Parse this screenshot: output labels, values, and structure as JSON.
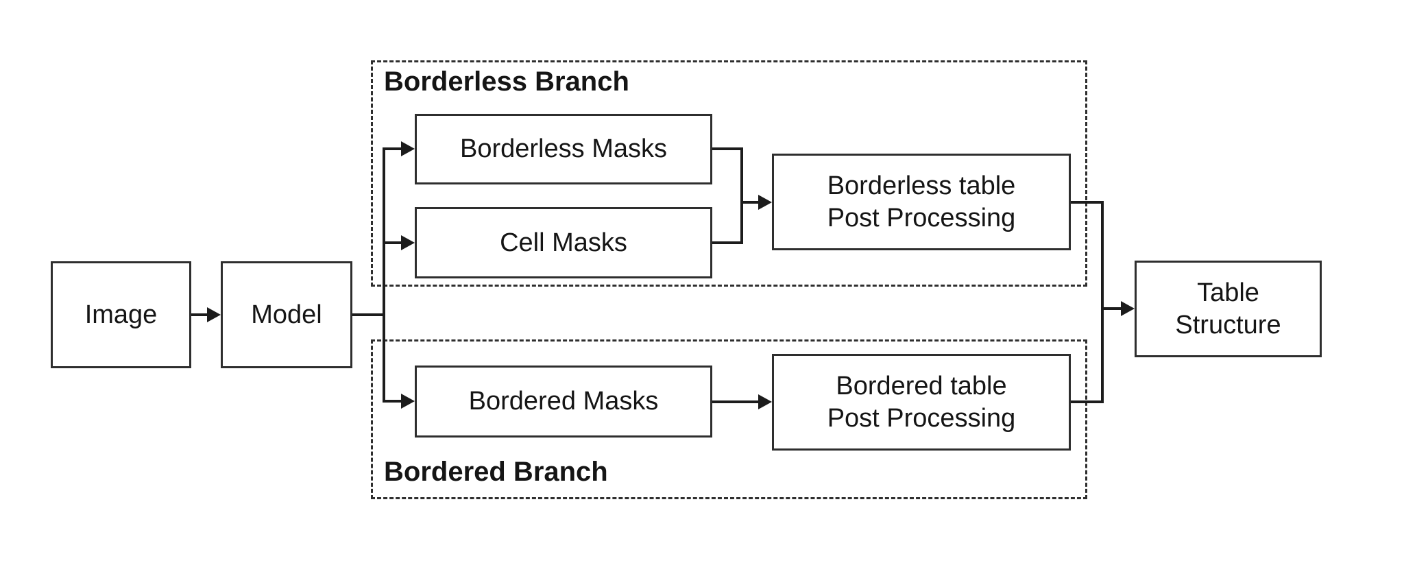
{
  "diagram": {
    "nodes": {
      "image": {
        "label": "Image"
      },
      "model": {
        "label": "Model"
      },
      "borderless_masks": {
        "label": "Borderless Masks"
      },
      "cell_masks": {
        "label": "Cell Masks"
      },
      "borderless_post_processing": {
        "line1": "Borderless table",
        "line2": "Post Processing"
      },
      "bordered_masks": {
        "label": "Bordered Masks"
      },
      "bordered_post_processing": {
        "line1": "Bordered table",
        "line2": "Post Processing"
      },
      "table_structure": {
        "line1": "Table",
        "line2": "Structure"
      }
    },
    "branches": {
      "borderless": {
        "label": "Borderless Branch"
      },
      "bordered": {
        "label": "Bordered Branch"
      }
    },
    "edges": [
      {
        "from": "Image",
        "to": "Model"
      },
      {
        "from": "Model",
        "to": "Borderless Masks"
      },
      {
        "from": "Model",
        "to": "Cell Masks"
      },
      {
        "from": "Model",
        "to": "Bordered Masks"
      },
      {
        "from": "Borderless Masks",
        "to": "Borderless table Post Processing"
      },
      {
        "from": "Cell Masks",
        "to": "Borderless table Post Processing"
      },
      {
        "from": "Bordered Masks",
        "to": "Bordered table Post Processing"
      },
      {
        "from": "Borderless table Post Processing",
        "to": "Table Structure"
      },
      {
        "from": "Bordered table Post Processing",
        "to": "Table Structure"
      }
    ],
    "colors": {
      "stroke": "#1c1c1c",
      "text": "#151515",
      "background": "#ffffff"
    }
  }
}
